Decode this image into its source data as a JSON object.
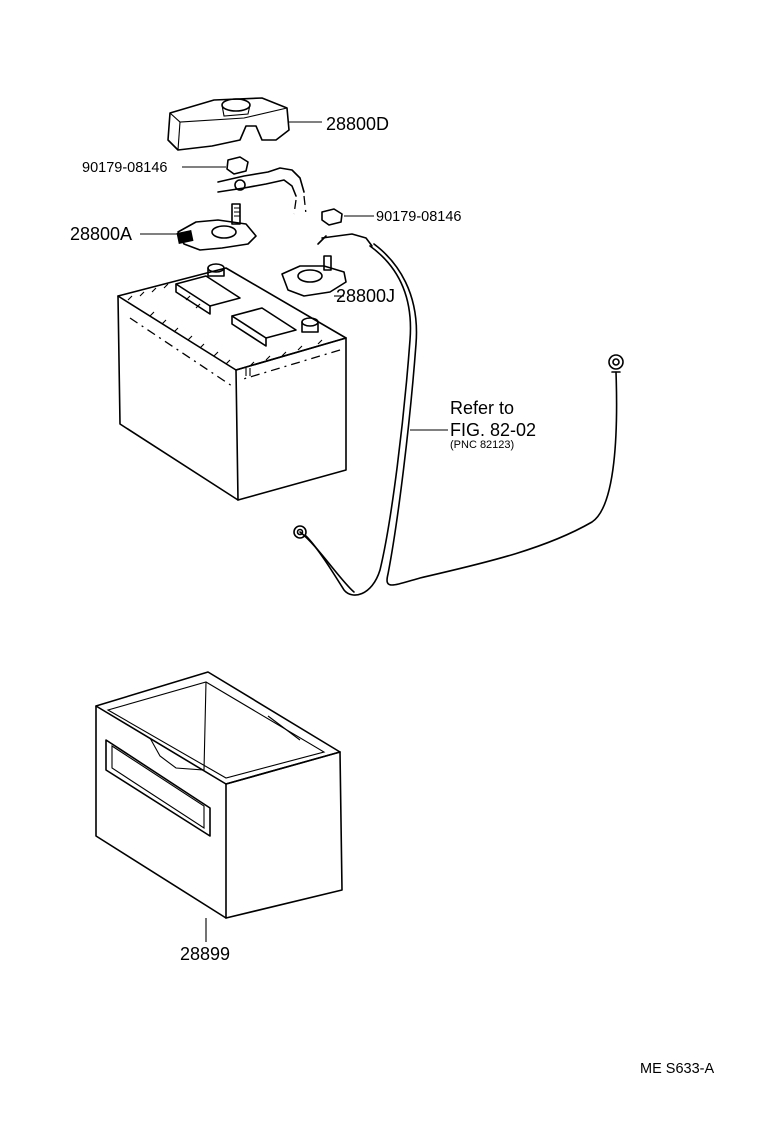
{
  "parts": [
    {
      "part_no": "28800D"
    },
    {
      "part_no": "90179-08146"
    },
    {
      "part_no": "28800A"
    },
    {
      "part_no": "90179-08146"
    },
    {
      "part_no": "28800J"
    },
    {
      "part_no": "28899"
    }
  ],
  "reference": {
    "line1": "Refer to",
    "line2": "FIG. 82-02",
    "line3": "(PNC 82123)"
  },
  "footer_code": "ME S633-A"
}
